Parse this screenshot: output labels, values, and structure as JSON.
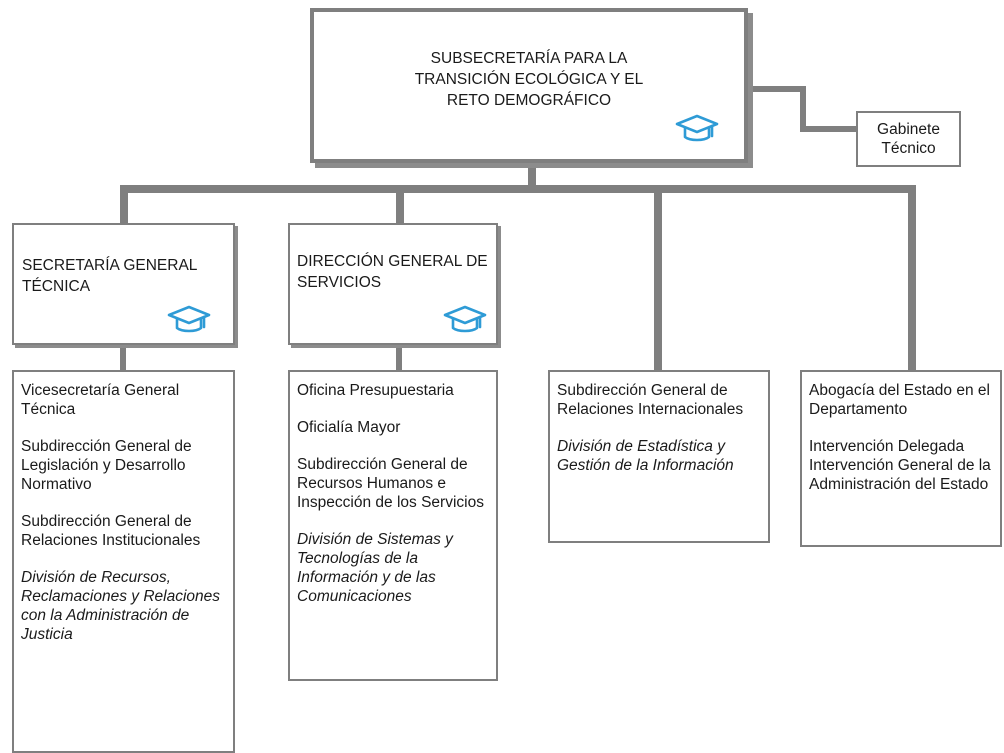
{
  "colors": {
    "line": "#7f7f7f",
    "icon": "#2e9bd6",
    "text": "#1a1a1a"
  },
  "root": {
    "title": "SUBSECRETARÍA PARA LA TRANSICIÓN ECOLÓGICA Y EL RETO DEMOGRÁFICO",
    "icon": "graduation-cap-icon"
  },
  "gabinete": {
    "line1": "Gabinete",
    "line2": "Técnico"
  },
  "sgt": {
    "title": "SECRETARÍA GENERAL TÉCNICA",
    "icon": "graduation-cap-icon"
  },
  "dgs": {
    "title": "DIRECCIÓN GENERAL DE SERVICIOS",
    "icon": "graduation-cap-icon"
  },
  "lists": {
    "sgt": [
      {
        "text": "Vicesecretaría General Técnica",
        "italic": false
      },
      {
        "text": "Subdirección General de Legislación y Desarrollo Normativo",
        "italic": false
      },
      {
        "text": "Subdirección General de Relaciones Institucionales",
        "italic": false
      },
      {
        "text": "División de Recursos, Reclamaciones y Relaciones con la Administración de Justicia",
        "italic": true
      }
    ],
    "dgs": [
      {
        "text": "Oficina Presupuestaria",
        "italic": false
      },
      {
        "text": "Oficialía Mayor",
        "italic": false
      },
      {
        "text": "Subdirección General de Recursos Humanos e Inspección de los Servicios",
        "italic": false
      },
      {
        "text": "División de Sistemas y Tecnologías de la Información y de las Comunicaciones",
        "italic": true
      }
    ],
    "sgri": [
      {
        "text": "Subdirección General de Relaciones Internacionales",
        "italic": false
      },
      {
        "text": "División de Estadística y Gestión de la Información",
        "italic": true
      }
    ],
    "abogacia": [
      {
        "text": "Abogacía del Estado en el Departamento",
        "italic": false
      },
      {
        "text": "Intervención Delegada Intervención General de la Administración del Estado",
        "italic": false
      }
    ]
  }
}
